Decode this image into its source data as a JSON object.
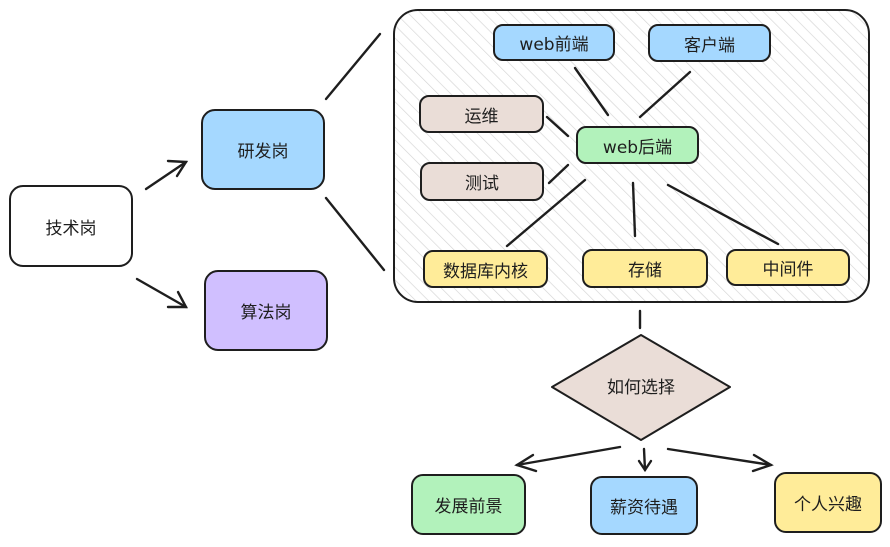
{
  "nodes": {
    "tech": "技术岗",
    "rd": "研发岗",
    "algo": "算法岗",
    "web_front": "web前端",
    "client": "客户端",
    "web_back": "web后端",
    "ops": "运维",
    "test": "测试",
    "db_kernel": "数据库内核",
    "storage": "存储",
    "middleware": "中间件",
    "decision": "如何选择",
    "prospect": "发展前景",
    "salary": "薪资待遇",
    "interest": "个人兴趣"
  },
  "colors": {
    "stroke": "#1e1e1e",
    "blue": "#a5d8ff",
    "green": "#b2f2bb",
    "beige": "#eaddd7",
    "yellow": "#ffec99",
    "purple": "#d0bfff",
    "hatch": "#d4d4d4"
  }
}
